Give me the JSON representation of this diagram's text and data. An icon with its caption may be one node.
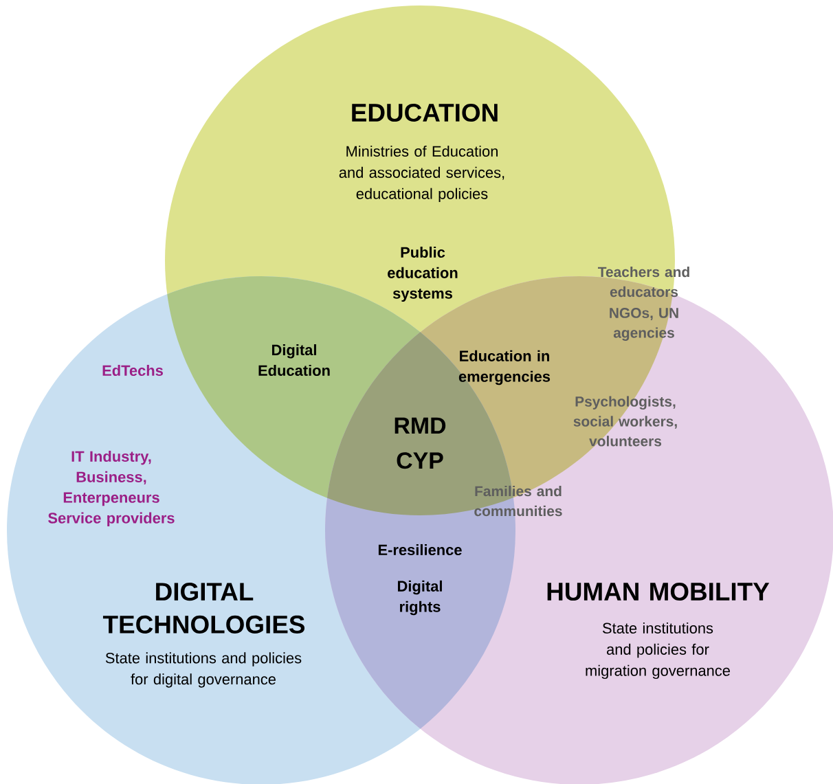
{
  "diagram": {
    "nodes": [
      {
        "text": [
          "EDUCATION",
          "Ministries of Education and associated services, educational policies"
        ]
      },
      {
        "text": [
          "DIGITAL TECHNOLOGIES",
          "State institutions and policies for digital governance"
        ]
      },
      {
        "text": [
          "HUMAN MOBILITY",
          "State institutions and policies for migration governance"
        ]
      }
    ],
    "labels": [
      "Public education systems",
      "Teachers and educators",
      "NGOs, UN agencies",
      "Digital Education",
      "Education in emergencies",
      "EdTechs",
      "Psychologists, social workers, volunteers",
      "RMD CYP",
      "IT Industry, Business, Enterpeneurs Service providers",
      "Families and communities",
      "E-resilience",
      "Digital rights"
    ]
  }
}
